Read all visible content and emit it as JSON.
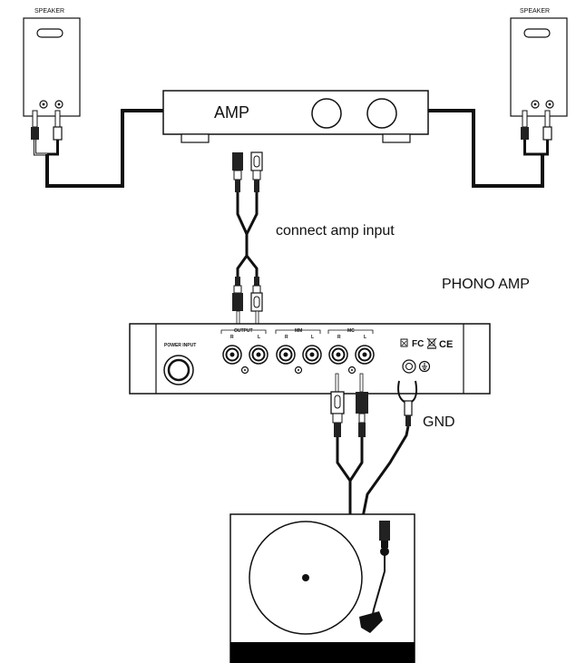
{
  "labels": {
    "speaker_left": "SPEAKER",
    "speaker_right": "SPEAKER",
    "amp": "AMP",
    "connect_amp_input": "connect amp input",
    "phono_amp": "PHONO  AMP",
    "power_input": "POWER INPUT",
    "output": "OUTPUT",
    "mm": "MM",
    "mc": "MC",
    "r": "R",
    "l": "L",
    "gnd": "GND",
    "cert_fc": "FC",
    "cert_ce": "CE"
  },
  "icons": [
    "speaker-icon",
    "amplifier-icon",
    "rca-plug-icon",
    "spade-ground-terminal-icon",
    "turntable-icon",
    "tonearm-icon",
    "ground-symbol-icon"
  ]
}
